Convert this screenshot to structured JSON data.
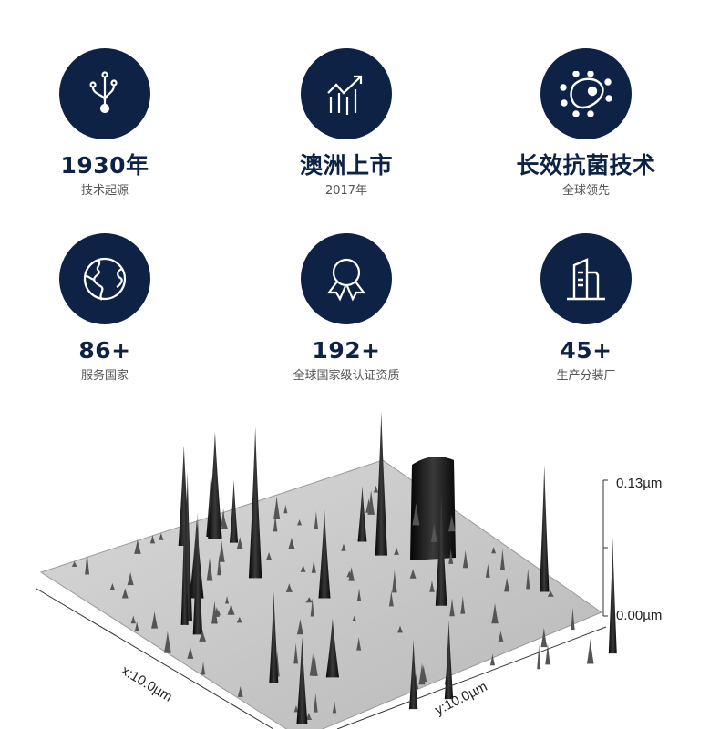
{
  "features": [
    {
      "icon": "usb-branch-icon",
      "title": "1930年",
      "subtitle": "技术起源"
    },
    {
      "icon": "growth-chart-icon",
      "title": "澳洲上市",
      "subtitle": "2017年"
    },
    {
      "icon": "bacteria-icon",
      "title": "长效抗菌技术",
      "subtitle": "全球领先"
    },
    {
      "icon": "globe-icon",
      "title": "86+",
      "subtitle": "服务国家"
    },
    {
      "icon": "award-ribbon-icon",
      "title": "192+",
      "subtitle": "全球国家级认证资质"
    },
    {
      "icon": "building-icon",
      "title": "45+",
      "subtitle": "生产分装厂"
    }
  ],
  "surface": {
    "x_axis_label": "x:10.0µm",
    "y_axis_label": "y:10.0µm",
    "z_max_label": "0.13µm",
    "z_min_label": "0.00µm"
  },
  "colors": {
    "navy": "#0d2244"
  }
}
